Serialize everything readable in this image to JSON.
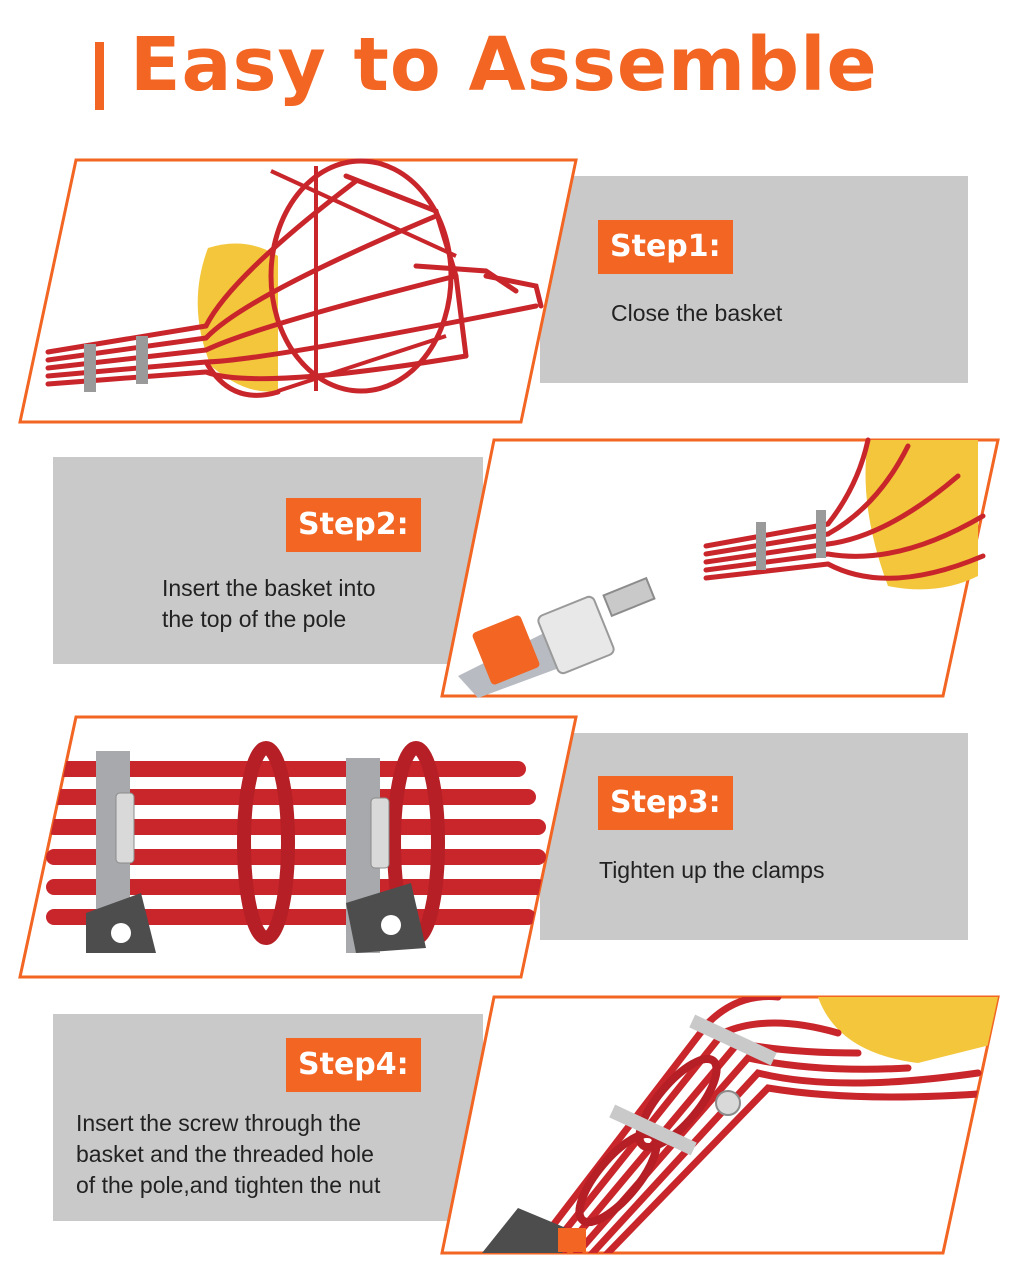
{
  "header": {
    "title": "Easy to Assemble"
  },
  "colors": {
    "accent": "#f26522",
    "gray": "#c9c9c9",
    "wire": "#c9262c",
    "felt": "#f3c63c"
  },
  "steps": [
    {
      "label": "Step1:",
      "description": "Close the basket",
      "image": "basket-cage-icon"
    },
    {
      "label": "Step2:",
      "description_lines": [
        "Insert the basket into",
        "the top of the pole"
      ],
      "image": "pole-and-basket-icon"
    },
    {
      "label": "Step3:",
      "description": "Tighten up the clamps",
      "image": "clamps-closeup-icon"
    },
    {
      "label": "Step4:",
      "description_lines": [
        "Insert the screw through the",
        "basket and the threaded hole",
        "of the pole,and tighten the nut"
      ],
      "image": "assembled-pole-icon"
    }
  ]
}
